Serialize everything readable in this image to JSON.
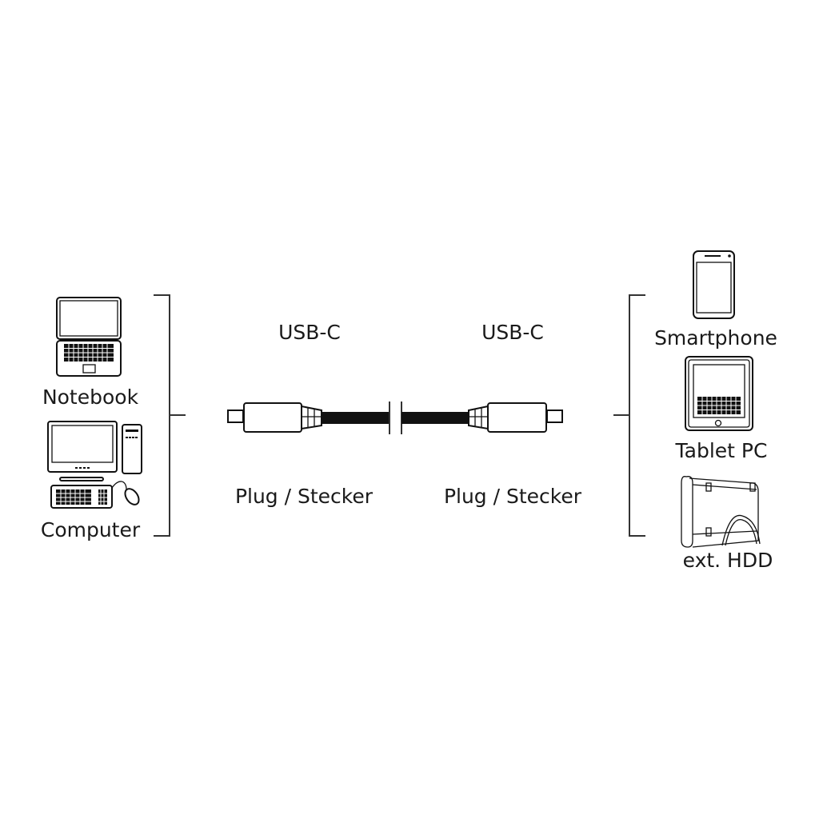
{
  "left_devices": {
    "notebook": {
      "label": "Notebook",
      "icon": "laptop-icon"
    },
    "computer": {
      "label": "Computer",
      "icon": "desktop-computer-icon"
    }
  },
  "cable": {
    "left_connector": {
      "type": "USB-C",
      "kind": "Plug / Stecker"
    },
    "right_connector": {
      "type": "USB-C",
      "kind": "Plug / Stecker"
    }
  },
  "right_devices": {
    "smartphone": {
      "label": "Smartphone",
      "icon": "smartphone-icon"
    },
    "tablet": {
      "label": "Tablet PC",
      "icon": "tablet-icon"
    },
    "hdd": {
      "label": "ext. HDD",
      "icon": "external-hdd-icon"
    }
  },
  "colors": {
    "line": "#333333",
    "ink": "#111111",
    "background": "#ffffff"
  }
}
